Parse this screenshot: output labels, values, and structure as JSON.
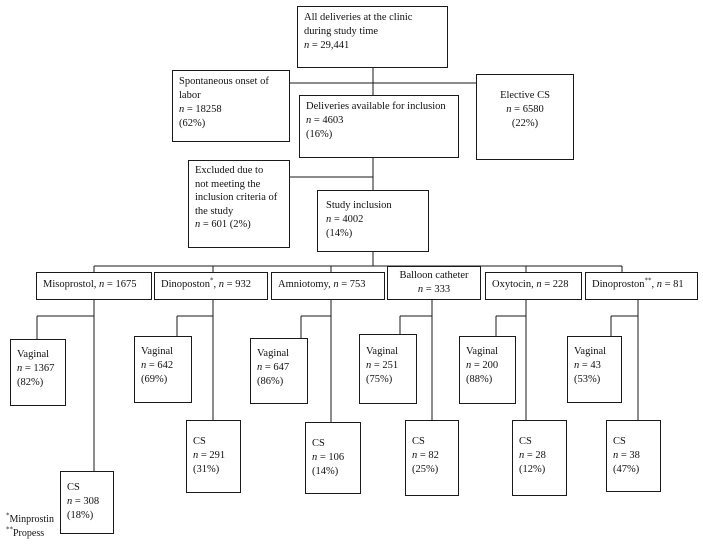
{
  "top": {
    "line1": "All deliveries at the clinic",
    "line2": "during study time",
    "n": "29,441"
  },
  "spontaneous": {
    "line1": "Spontaneous onset of",
    "line2": "labor",
    "n": "18258",
    "pct": "(62%)"
  },
  "available": {
    "line1": "Deliveries available for inclusion",
    "n": "4603",
    "pct": "(16%)"
  },
  "elective": {
    "line1": "Elective CS",
    "n": "6580",
    "pct": "(22%)"
  },
  "excluded": {
    "line1": "Excluded due to",
    "line2": "not meeting the",
    "line3": "inclusion criteria of",
    "line4": "the study",
    "n": "601 (2%)"
  },
  "inclusion": {
    "line1": "Study inclusion",
    "n": "4002",
    "pct": "(14%)"
  },
  "n_prefix": "n",
  "eq": " = ",
  "methods": [
    {
      "name": "Misoprostol, ",
      "sup": "",
      "n": "1675",
      "vaginal": {
        "label": "Vaginal",
        "n": "1367",
        "pct": "(82%)"
      },
      "cs": {
        "label": "CS",
        "n": "308",
        "pct": "(18%)"
      }
    },
    {
      "name": "Dinoposton",
      "sup": "*",
      "n": "932",
      "vaginal": {
        "label": "Vaginal",
        "n": "642",
        "pct": "(69%)"
      },
      "cs": {
        "label": "CS",
        "n": "291",
        "pct": "(31%)"
      }
    },
    {
      "name": "Amniotomy, ",
      "sup": "",
      "n": "753",
      "vaginal": {
        "label": "Vaginal",
        "n": "647",
        "pct": "(86%)"
      },
      "cs": {
        "label": "CS",
        "n": "106",
        "pct": "(14%)"
      }
    },
    {
      "name": "Balloon catheter",
      "sup": "",
      "n": "333",
      "vaginal": {
        "label": "Vaginal",
        "n": "251",
        "pct": "(75%)"
      },
      "cs": {
        "label": "CS",
        "n": "82",
        "pct": "(25%)"
      }
    },
    {
      "name": "Oxytocin, ",
      "sup": "",
      "n": "228",
      "vaginal": {
        "label": "Vaginal",
        "n": "200",
        "pct": "(88%)"
      },
      "cs": {
        "label": "CS",
        "n": "28",
        "pct": "(12%)"
      }
    },
    {
      "name": "Dinoproston",
      "sup": "**",
      "n": "81",
      "vaginal": {
        "label": "Vaginal",
        "n": "43",
        "pct": "(53%)"
      },
      "cs": {
        "label": "CS",
        "n": "38",
        "pct": "(47%)"
      }
    }
  ],
  "footnotes": {
    "f1_mark": "*",
    "f1_text": "Minprostin",
    "f2_mark": "**",
    "f2_text": "Propess"
  }
}
